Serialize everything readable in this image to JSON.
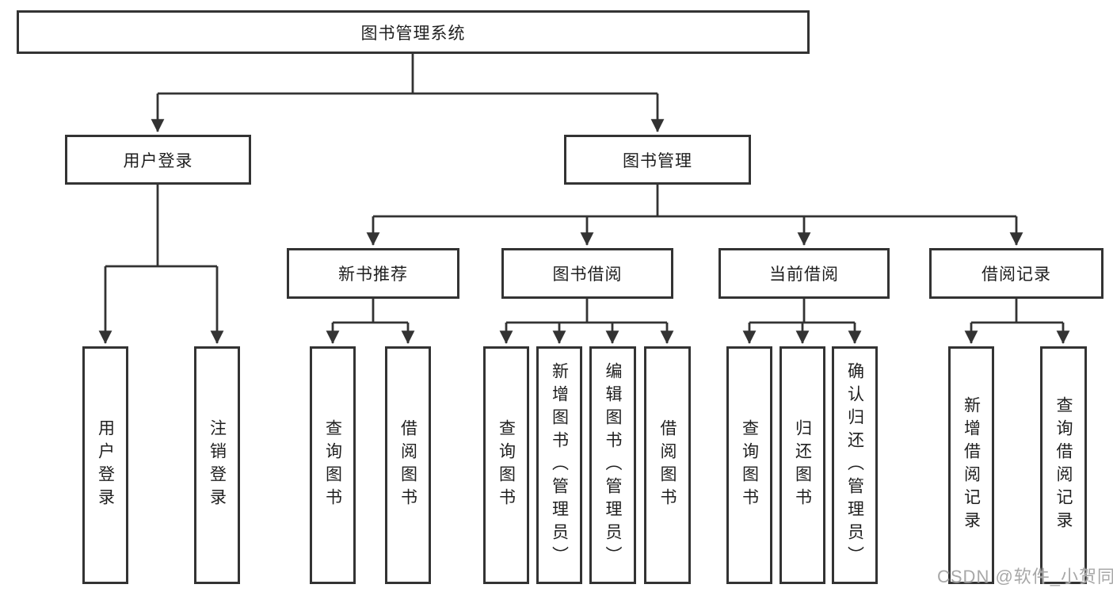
{
  "diagram": {
    "root": {
      "label": "图书管理系统"
    },
    "user_login": {
      "label": "用户登录",
      "children": [
        {
          "label": "用户登录"
        },
        {
          "label": "注销登录"
        }
      ]
    },
    "book_mgmt": {
      "label": "图书管理",
      "children": [
        {
          "label": "新书推荐",
          "children": [
            {
              "label": "查询图书"
            },
            {
              "label": "借阅图书"
            }
          ]
        },
        {
          "label": "图书借阅",
          "children": [
            {
              "label": "查询图书"
            },
            {
              "label": "新增图书（管理员）"
            },
            {
              "label": "编辑图书（管理员）"
            },
            {
              "label": "借阅图书"
            }
          ]
        },
        {
          "label": "当前借阅",
          "children": [
            {
              "label": "查询图书"
            },
            {
              "label": "归还图书"
            },
            {
              "label": "确认归还（管理员）"
            }
          ]
        },
        {
          "label": "借阅记录",
          "children": [
            {
              "label": "新增借阅记录"
            },
            {
              "label": "查询借阅记录"
            }
          ]
        }
      ]
    },
    "watermark": "CSDN @软件_小贺同学"
  },
  "colors": {
    "line": "#333333",
    "text": "#1f1f1f",
    "background": "#ffffff",
    "watermark": "#a8a8a8"
  }
}
